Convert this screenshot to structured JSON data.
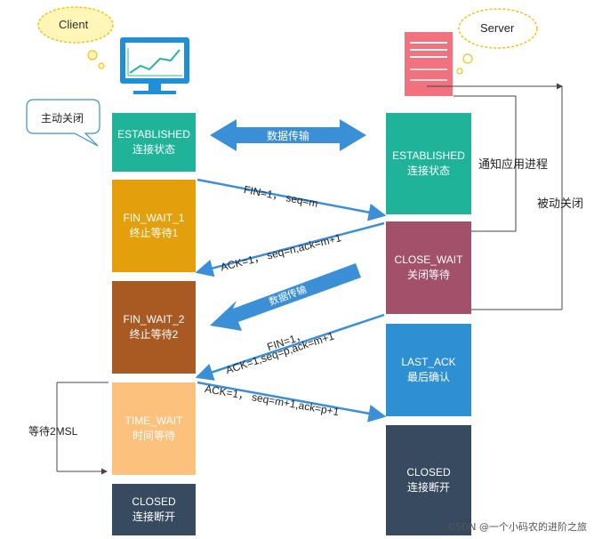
{
  "client": {
    "label": "Client",
    "bubble": "主动关闭"
  },
  "server": {
    "label": "Server"
  },
  "client_states": [
    {
      "name": "ESTABLISHED",
      "desc": "连接状态",
      "color": "#1fb39a"
    },
    {
      "name": "FIN_WAIT_1",
      "desc": "终止等待1",
      "color": "#e3a00c"
    },
    {
      "name": "FIN_WAIT_2",
      "desc": "终止等待2",
      "color": "#a85a22"
    },
    {
      "name": "TIME_WAIT",
      "desc": "时间等待",
      "color": "#fcc27d"
    },
    {
      "name": "CLOSED",
      "desc": "连接断开",
      "color": "#374a60"
    }
  ],
  "server_states": [
    {
      "name": "ESTABLISHED",
      "desc": "连接状态",
      "color": "#1fb39a"
    },
    {
      "name": "CLOSE_WAIT",
      "desc": "关闭等待",
      "color": "#a3506a"
    },
    {
      "name": "LAST_ACK",
      "desc": "最后确认",
      "color": "#2f8fd3"
    },
    {
      "name": "CLOSED",
      "desc": "连接断开",
      "color": "#374a60"
    }
  ],
  "messages": {
    "data_transfer": "数据传输",
    "fin1": "FIN=1，  seq=m",
    "ack1": "ACK=1，  seq=n,ack=m+1",
    "data_transfer2": "数据传输",
    "fin2_a": "FIN=1，",
    "fin2_b": "ACK=1,seq=p,ack=m+1",
    "ack2": "ACK=1，  seq=m+1,ack=p+1"
  },
  "side_labels": {
    "notify": "通知应用进程",
    "passive_close": "被动关闭",
    "wait_2msl": "等待2MSL"
  },
  "watermark": "CSDN @一个小码农的进阶之旅",
  "colors": {
    "arrow": "#3a8fd6",
    "line": "#444444"
  }
}
